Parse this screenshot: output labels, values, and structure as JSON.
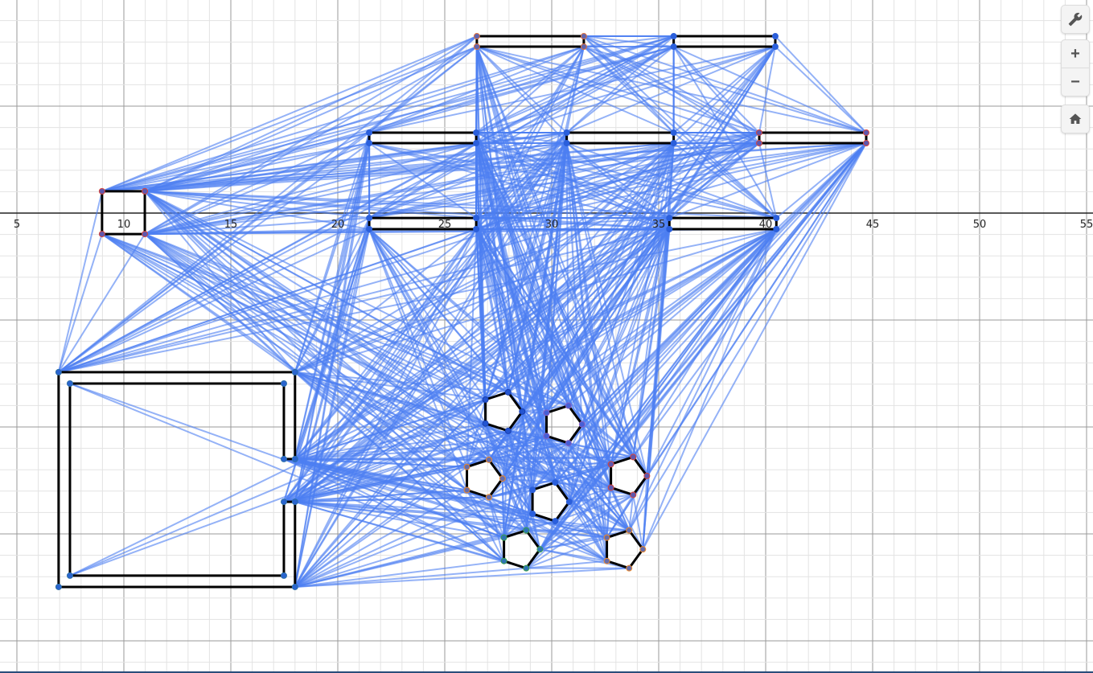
{
  "controls": {
    "settings": "wrench-icon",
    "zoom_in": "+",
    "zoom_out": "−",
    "home": "home-icon"
  },
  "chart_data": {
    "type": "scatter",
    "title": "",
    "xlim": [
      4.2,
      55.3
    ],
    "ylim": [
      -21.5,
      9.96
    ],
    "grid": true,
    "x_tick_labels": [
      "5",
      "10",
      "15",
      "20",
      "25",
      "30",
      "35",
      "40",
      "45",
      "50",
      "55"
    ],
    "x_ticks": [
      5,
      10,
      15,
      20,
      25,
      30,
      35,
      40,
      45,
      50,
      55
    ],
    "edge_color": "#4d7ff2",
    "obstacle_color": "#000000",
    "obstacles": [
      {
        "name": "bar-top-1",
        "color": "#e0703a",
        "points": [
          [
            26.5,
            8.27
          ],
          [
            31.5,
            8.27
          ],
          [
            31.5,
            7.78
          ],
          [
            26.5,
            7.78
          ]
        ]
      },
      {
        "name": "bar-top-2",
        "color": "#2d5fd6",
        "points": [
          [
            35.7,
            8.27
          ],
          [
            40.45,
            8.27
          ],
          [
            40.45,
            7.78
          ],
          [
            35.7,
            7.78
          ]
        ]
      },
      {
        "name": "bar-mid-1",
        "color": "#2d5fd6",
        "points": [
          [
            21.47,
            3.76
          ],
          [
            26.47,
            3.76
          ],
          [
            26.47,
            3.27
          ],
          [
            21.47,
            3.27
          ]
        ]
      },
      {
        "name": "bar-mid-2",
        "color": "#2d5fd6",
        "points": [
          [
            30.7,
            3.76
          ],
          [
            35.7,
            3.76
          ],
          [
            35.7,
            3.27
          ],
          [
            30.7,
            3.27
          ]
        ]
      },
      {
        "name": "bar-mid-3",
        "color": "#d9453b",
        "points": [
          [
            39.7,
            3.76
          ],
          [
            44.7,
            3.76
          ],
          [
            44.7,
            3.27
          ],
          [
            39.7,
            3.27
          ]
        ]
      },
      {
        "name": "bar-low-1",
        "color": "#2d5fd6",
        "points": [
          [
            21.47,
            -0.23
          ],
          [
            26.47,
            -0.23
          ],
          [
            26.47,
            -0.75
          ],
          [
            21.47,
            -0.75
          ]
        ]
      },
      {
        "name": "bar-low-2",
        "color": "#2d5fd6",
        "points": [
          [
            35.5,
            -0.23
          ],
          [
            40.5,
            -0.23
          ],
          [
            40.5,
            -0.75
          ],
          [
            35.5,
            -0.75
          ]
        ]
      },
      {
        "name": "square",
        "color": "#d9453b",
        "points": [
          [
            8.98,
            1.02
          ],
          [
            10.98,
            1.02
          ],
          [
            10.98,
            -0.98
          ],
          [
            8.98,
            -0.98
          ]
        ]
      },
      {
        "name": "c-frame",
        "color": "#2d6fa8",
        "points": [
          [
            6.95,
            -7.44
          ],
          [
            18.0,
            -7.44
          ],
          [
            18.0,
            -11.5
          ],
          [
            17.48,
            -11.5
          ],
          [
            17.48,
            -7.97
          ],
          [
            7.48,
            -7.97
          ],
          [
            7.48,
            -16.95
          ],
          [
            17.48,
            -16.95
          ],
          [
            17.48,
            -13.5
          ],
          [
            18.0,
            -13.5
          ],
          [
            18.0,
            -17.48
          ],
          [
            6.95,
            -17.48
          ]
        ]
      },
      {
        "name": "pentagon-1",
        "color": "#1a3fb0",
        "center": [
          27.67,
          -9.28
        ],
        "radius": 0.95,
        "sides": 5
      },
      {
        "name": "pentagon-2",
        "color": "#8a5fc0",
        "center": [
          30.5,
          -9.88
        ],
        "radius": 0.92,
        "sides": 5
      },
      {
        "name": "pentagon-3",
        "color": "#f08a2a",
        "center": [
          26.78,
          -12.41
        ],
        "radius": 0.92,
        "sides": 5
      },
      {
        "name": "pentagon-4",
        "color": "#2d5fd6",
        "center": [
          29.87,
          -13.5
        ],
        "radius": 0.95,
        "sides": 5
      },
      {
        "name": "pentagon-5",
        "color": "#d9453b",
        "center": [
          33.52,
          -12.29
        ],
        "radius": 0.93,
        "sides": 5
      },
      {
        "name": "pentagon-6",
        "color": "#3aa04a",
        "center": [
          28.52,
          -15.72
        ],
        "radius": 0.93,
        "sides": 5
      },
      {
        "name": "pentagon-7",
        "color": "#f08a2a",
        "center": [
          33.33,
          -15.72
        ],
        "radius": 0.93,
        "sides": 5
      }
    ]
  }
}
